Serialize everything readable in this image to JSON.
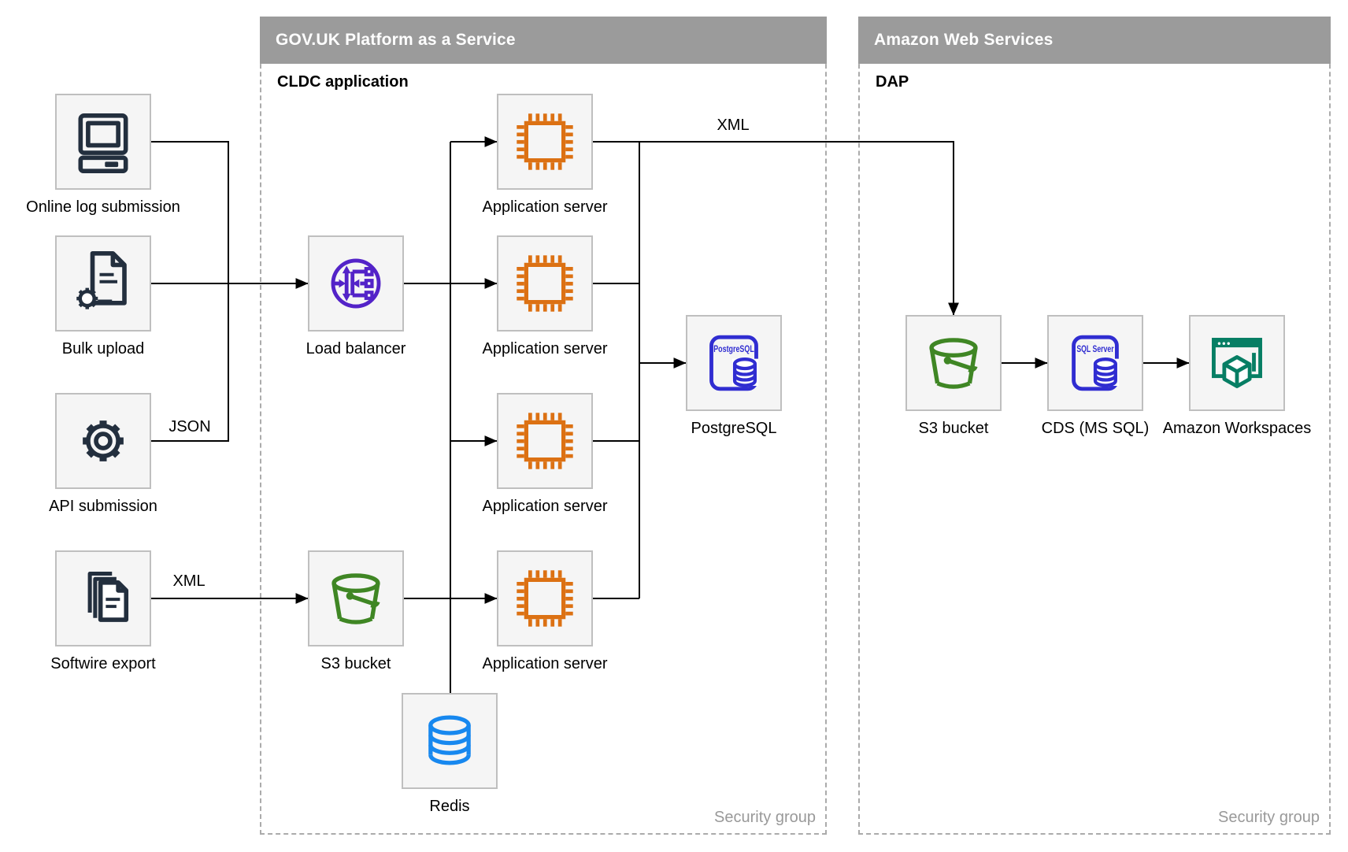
{
  "containers": {
    "paas": {
      "title": "GOV.UK Platform as a Service",
      "sublabel": "CLDC application",
      "footer": "Security group"
    },
    "aws": {
      "title": "Amazon Web Services",
      "sublabel": "DAP",
      "footer": "Security group"
    }
  },
  "nodes": {
    "online_log": {
      "label": "Online log submission"
    },
    "bulk_upload": {
      "label": "Bulk upload"
    },
    "api_submission": {
      "label": "API submission"
    },
    "softwire_export": {
      "label": "Softwire export"
    },
    "load_balancer": {
      "label": "Load balancer"
    },
    "s3_paas": {
      "label": "S3 bucket"
    },
    "app_server_1": {
      "label": "Application server"
    },
    "app_server_2": {
      "label": "Application server"
    },
    "app_server_3": {
      "label": "Application server"
    },
    "app_server_4": {
      "label": "Application server"
    },
    "postgresql": {
      "label": "PostgreSQL"
    },
    "redis": {
      "label": "Redis"
    },
    "s3_aws": {
      "label": "S3 bucket"
    },
    "cds": {
      "label": "CDS (MS SQL)"
    },
    "workspaces": {
      "label": "Amazon Workspaces"
    }
  },
  "icon_texts": {
    "postgresql": "PostgreSQL",
    "sql_server": "SQL Server"
  },
  "edge_labels": {
    "json": "JSON",
    "xml_softwire": "XML",
    "xml_app_to_aws": "XML"
  },
  "colors": {
    "header_bg": "#9b9b9b",
    "source_icon": "#232f3e",
    "app_server_icon": "#dc7113",
    "load_balancer_icon": "#5323c8",
    "bucket_icon": "#3f8624",
    "redis_icon": "#1788ef",
    "postgresql_icon": "#302dd1",
    "sql_server_icon": "#302dd1",
    "workspaces_icon": "#077e64",
    "security_group_text": "#999999",
    "edge": "#000000",
    "node_fill": "#f5f5f5",
    "node_border": "#bfbfbf"
  }
}
